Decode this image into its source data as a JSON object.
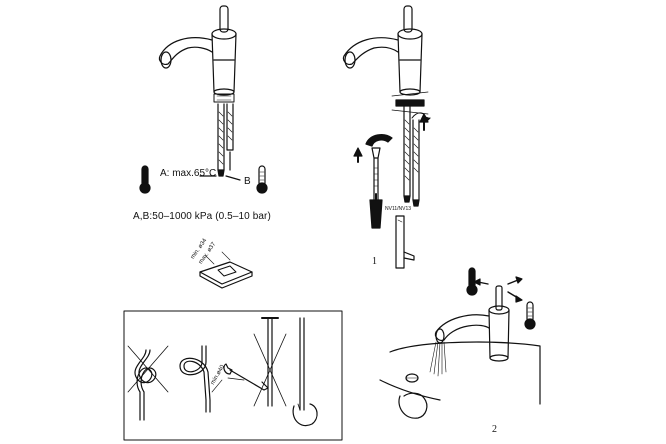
{
  "labels": {
    "temp_max": "A:  max.65°C",
    "point_b": "B",
    "pressure": "A,B:50–1000  kPa  (0.5–10  bar)",
    "min_34": "min. ø34",
    "max_37": "max. ø37",
    "nut_code": "NV11/NV13",
    "step_1": "1",
    "step_2": "2",
    "min_40": "min.ø40"
  },
  "icons": {
    "hot": "thermometer-hot-icon",
    "cold": "thermometer-cold-icon"
  },
  "colors": {
    "line": "#111111",
    "background": "#ffffff"
  }
}
